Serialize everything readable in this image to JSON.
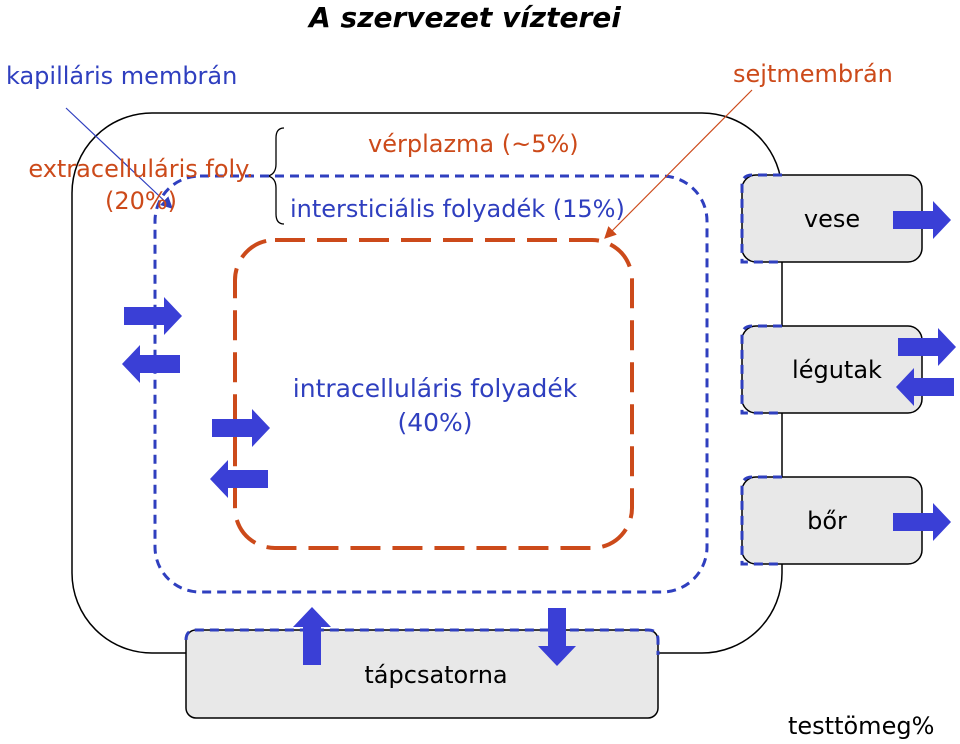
{
  "title": "A szervezet vízterei",
  "labels": {
    "kapillaris_membran": "kapilláris membrán",
    "sejtmembran": "sejtmembrán",
    "extracellular_line1": "extracelluláris foly.",
    "extracellular_line2": "(20%)",
    "verplazma": "vérplazma (~5%)",
    "intersticialis": "intersticiális folyadék (15%)",
    "intracellular_line1": "intracelluláris folyadék",
    "intracellular_line2": "(40%)",
    "vese": "vese",
    "legutak": "légutak",
    "bor": "bőr",
    "tapcsatorna": "tápcsatorna",
    "testtomeg": "testtömeg%"
  },
  "colors": {
    "orange": "#cc4a1a",
    "blue": "#2f3fbf",
    "arrow_blue": "#3a3fd6",
    "organ_fill": "#e8e8e8"
  },
  "icons": {
    "flow_arrow": "block-arrow-icon"
  }
}
